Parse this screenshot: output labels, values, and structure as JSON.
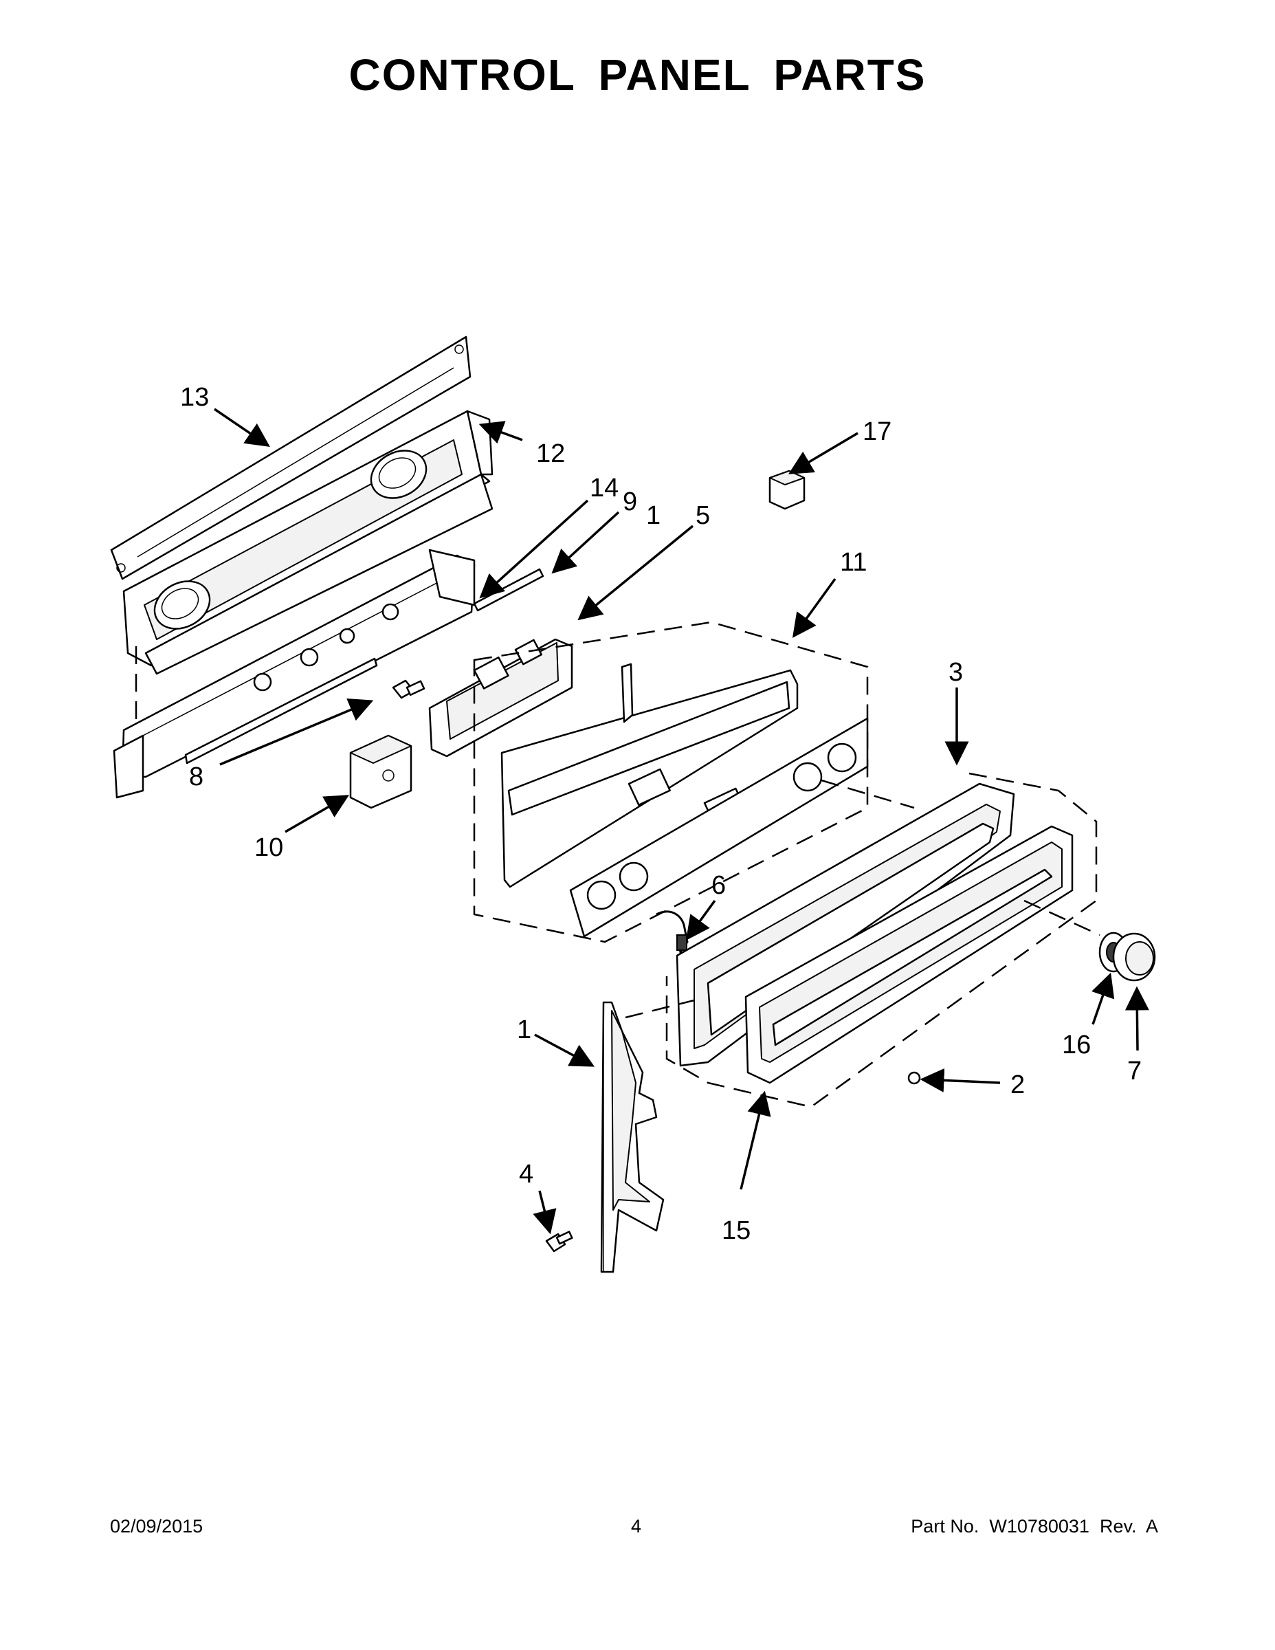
{
  "title": "CONTROL PANEL PARTS",
  "callouts": [
    {
      "id": "13",
      "label": "13"
    },
    {
      "id": "12",
      "label": "12"
    },
    {
      "id": "17",
      "label": "17"
    },
    {
      "id": "14",
      "label": "14"
    },
    {
      "id": "9",
      "label": "9"
    },
    {
      "id": "1a",
      "label": "1"
    },
    {
      "id": "5",
      "label": "5"
    },
    {
      "id": "11",
      "label": "11"
    },
    {
      "id": "3",
      "label": "3"
    },
    {
      "id": "8",
      "label": "8"
    },
    {
      "id": "10",
      "label": "10"
    },
    {
      "id": "6",
      "label": "6"
    },
    {
      "id": "1b",
      "label": "1"
    },
    {
      "id": "16",
      "label": "16"
    },
    {
      "id": "7",
      "label": "7"
    },
    {
      "id": "2",
      "label": "2"
    },
    {
      "id": "4",
      "label": "4"
    },
    {
      "id": "15",
      "label": "15"
    }
  ],
  "footer": {
    "date": "02/09/2015",
    "page": "4",
    "part_no": "Part No.  W10780031  Rev.  A"
  }
}
